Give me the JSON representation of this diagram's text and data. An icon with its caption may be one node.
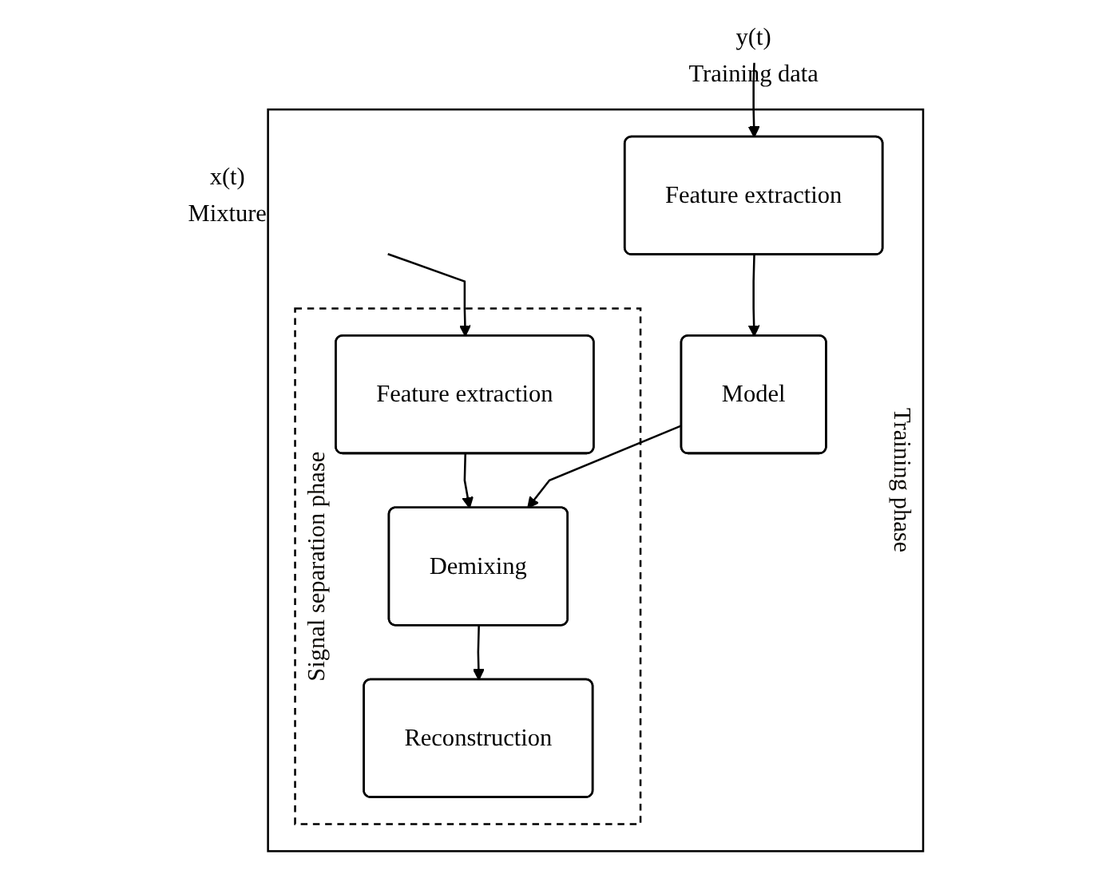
{
  "diagram": {
    "nodes": [
      {
        "text": [
          "Training phase"
        ]
      },
      {
        "text": [
          "Signal separation phase"
        ],
        "in": 0
      },
      {
        "text": [
          "Feature extraction"
        ],
        "in": 1
      },
      {
        "text": [
          "Demixing"
        ],
        "in": 1
      },
      {
        "text": [
          "Reconstruction"
        ],
        "in": 1
      },
      {
        "text": [
          "Feature extraction"
        ],
        "in": 0
      },
      {
        "text": [
          "Model"
        ],
        "in": 0
      },
      {
        "text": [
          "x(t)",
          "Mixture"
        ]
      },
      {
        "text": [
          "y(t)",
          "Training data"
        ]
      }
    ],
    "edges": [
      {
        "from": 7,
        "to": 2,
        "arrow": "to"
      },
      {
        "from": 8,
        "to": 5,
        "arrow": "to"
      },
      {
        "from": 2,
        "to": 3,
        "arrow": "to"
      },
      {
        "from": 3,
        "to": 4,
        "arrow": "to"
      },
      {
        "from": 5,
        "to": 6,
        "arrow": "to"
      },
      {
        "from": 6,
        "to": 3,
        "arrow": "to"
      }
    ]
  }
}
